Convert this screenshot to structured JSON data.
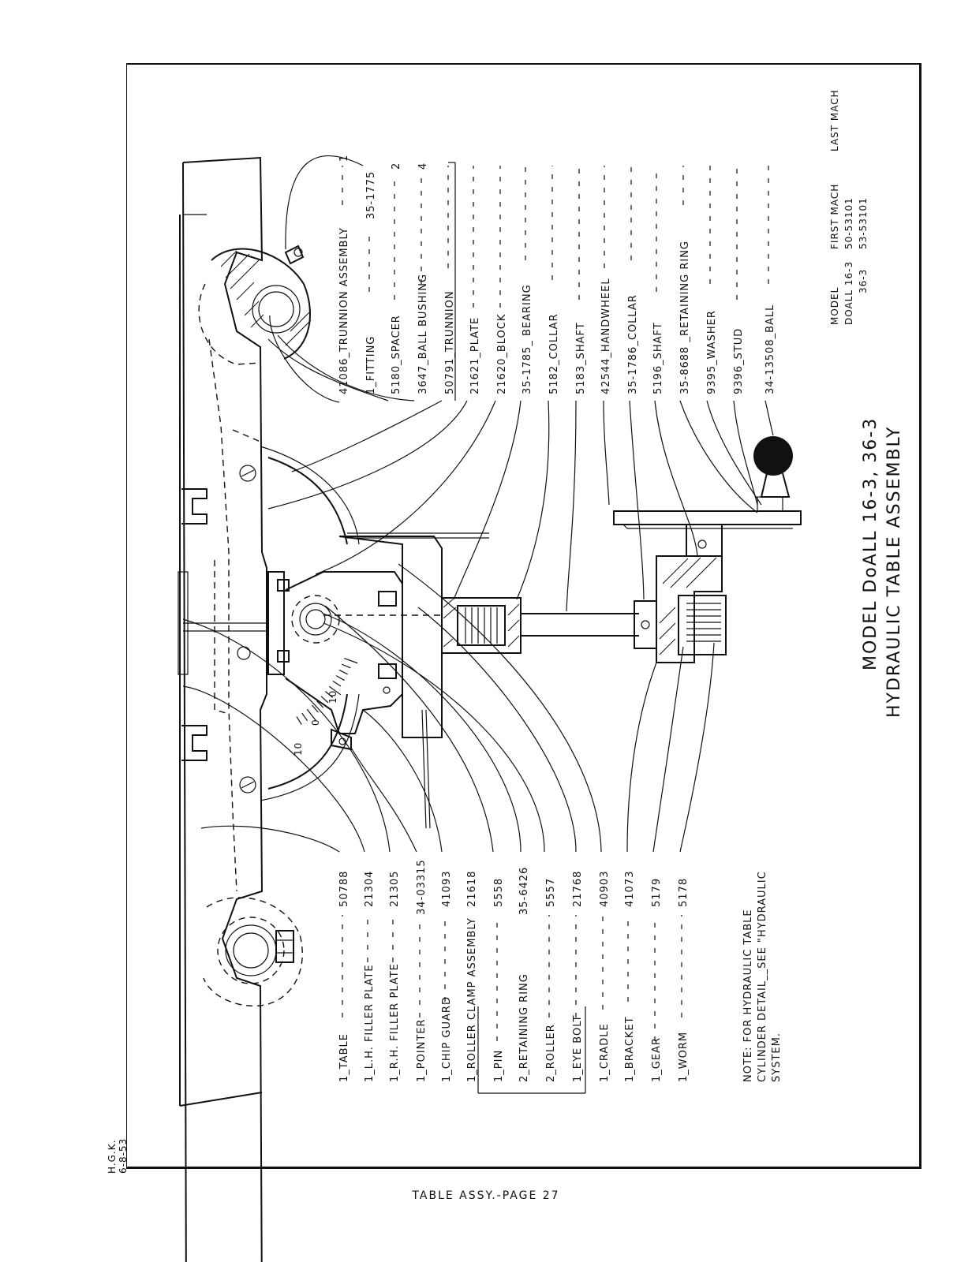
{
  "header": {
    "title_line1": "MODEL DoALL 16-3, 36-3",
    "title_line2": "HYDRAULIC TABLE ASSEMBLY"
  },
  "model_table": {
    "headers": [
      "MODEL",
      "FIRST MACH",
      "LAST MACH"
    ],
    "rows": [
      [
        "DOALL 16-3",
        "50-53101",
        ""
      ],
      [
        "36-3",
        "53-53101",
        ""
      ]
    ]
  },
  "top_parts": [
    {
      "label": "41086_TRUNNION ASSEMBLY",
      "qty": "1"
    },
    {
      "label": "1_FITTING",
      "qty": "35-1775"
    },
    {
      "label": "5180_SPACER",
      "qty": "2"
    },
    {
      "label": "3647_BALL BUSHING",
      "qty": "4"
    },
    {
      "label": "50791_TRUNNION",
      "qty": ""
    },
    {
      "label": "21621_PLATE",
      "qty": ""
    },
    {
      "label": "21620_BLOCK",
      "qty": ""
    },
    {
      "label": "35-1785_ BEARING",
      "qty": ""
    },
    {
      "label": "5182_COLLAR",
      "qty": ""
    },
    {
      "label": "5183_SHAFT",
      "qty": ""
    },
    {
      "label": "42544_HANDWHEEL",
      "qty": ""
    },
    {
      "label": "35-1786_COLLAR",
      "qty": ""
    },
    {
      "label": "5196_SHAFT",
      "qty": ""
    },
    {
      "label": "35-8688 _RETAINING RING",
      "qty": ""
    },
    {
      "label": "9395_WASHER",
      "qty": ""
    },
    {
      "label": "9396_STUD",
      "qty": ""
    },
    {
      "label": "34-13508_BALL",
      "qty": ""
    }
  ],
  "bottom_parts": [
    {
      "label": "1_TABLE",
      "part": "50788"
    },
    {
      "label": "1_L.H. FILLER PLATE",
      "part": "21304"
    },
    {
      "label": "1_R.H. FILLER PLATE",
      "part": "21305"
    },
    {
      "label": "1_POINTER",
      "part": "34-03315"
    },
    {
      "label": "1_CHIP GUARD",
      "part": "41093"
    },
    {
      "label": "1_ROLLER CLAMP ASSEMBLY",
      "part": "21618"
    },
    {
      "label": "1_PIN",
      "part": "5558"
    },
    {
      "label": "2_RETAINING RING",
      "part": "35-6426"
    },
    {
      "label": "2_ROLLER",
      "part": "5557"
    },
    {
      "label": "1_EYE BOLT",
      "part": "21768"
    },
    {
      "label": "1_CRADLE",
      "part": "40903"
    },
    {
      "label": "1_BRACKET",
      "part": "41073"
    },
    {
      "label": "1_GEAR",
      "part": "5179"
    },
    {
      "label": "1_WORM",
      "part": "5178"
    }
  ],
  "scale_marks": [
    "0",
    "10",
    "10"
  ],
  "note": {
    "line1": "NOTE: FOR HYDRAULIC TABLE",
    "line2": "CYLINDER DETAIL__SEE \"HYDRAULIC",
    "line3": "SYSTEM."
  },
  "signature": {
    "initials": "H.G.K.",
    "date": "6-8-53"
  },
  "footer": {
    "page_label": "TABLE ASSY.-PAGE 27"
  }
}
